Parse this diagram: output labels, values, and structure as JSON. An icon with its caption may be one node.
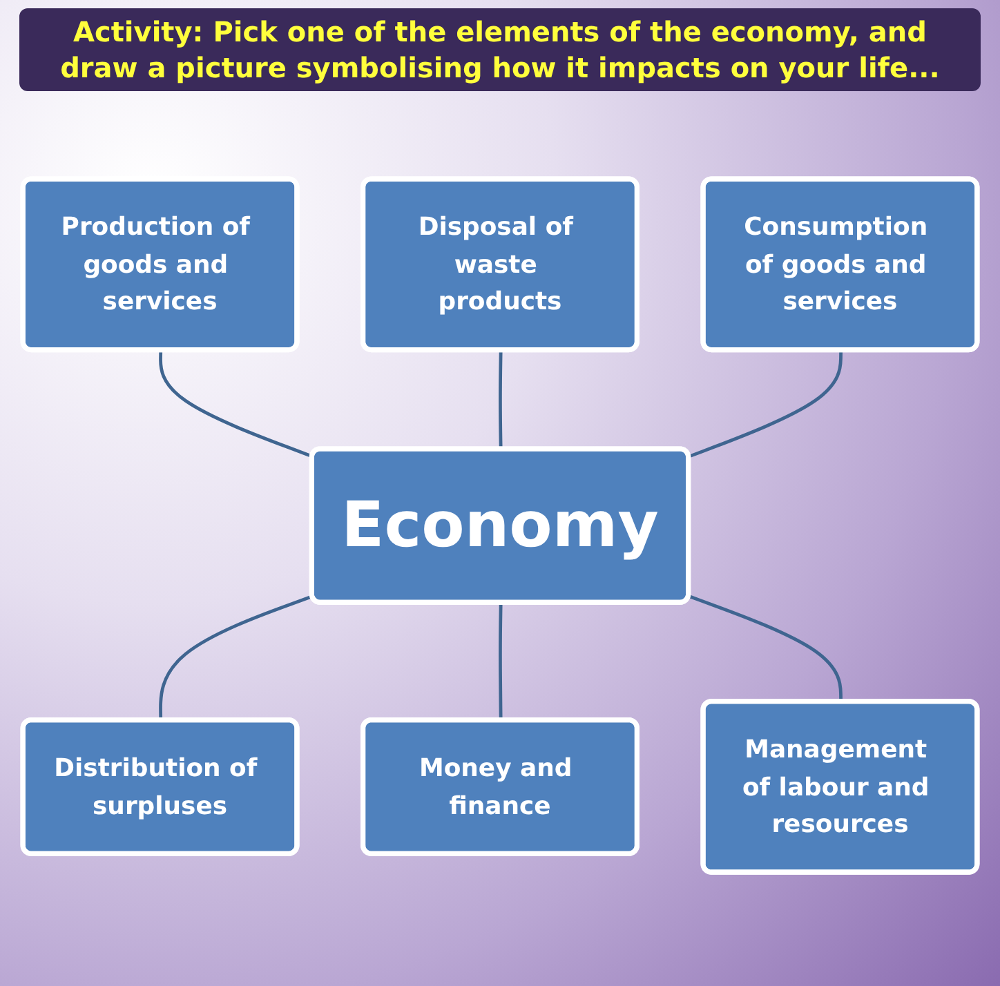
{
  "diagram": {
    "title": "Activity: Pick one of the elements of the economy, and draw a picture symbolising how it impacts on your life...",
    "nodes": [
      {
        "text": [
          "Production of goods and services"
        ]
      },
      {
        "text": [
          "Disposal of waste products"
        ]
      },
      {
        "text": [
          "Consumption of goods and services"
        ]
      },
      {
        "text": [
          "Economy"
        ]
      },
      {
        "text": [
          "Distribution of surpluses"
        ]
      },
      {
        "text": [
          "Money and finance"
        ]
      },
      {
        "text": [
          "Management of labour and resources"
        ]
      }
    ],
    "edges": [
      {
        "from": 0,
        "to": 3,
        "arrow": "none"
      },
      {
        "from": 1,
        "to": 3,
        "arrow": "none"
      },
      {
        "from": 2,
        "to": 3,
        "arrow": "none"
      },
      {
        "from": 3,
        "to": 4,
        "arrow": "none"
      },
      {
        "from": 3,
        "to": 5,
        "arrow": "none"
      },
      {
        "from": 3,
        "to": 6,
        "arrow": "none"
      }
    ]
  }
}
